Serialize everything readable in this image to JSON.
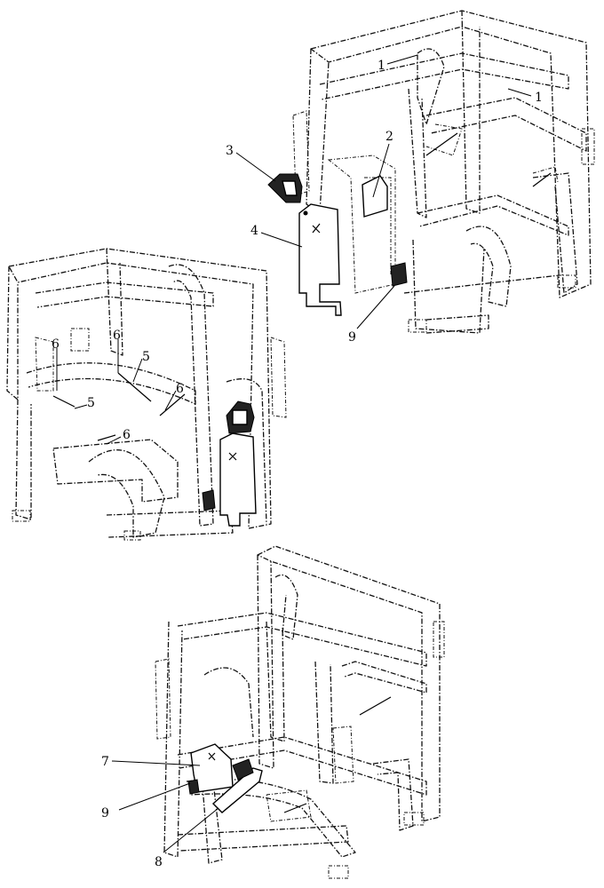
{
  "callouts": {
    "c1a": "1",
    "c1b": "1",
    "c2": "2",
    "c3": "3",
    "c4": "4",
    "c9a": "9",
    "c6a": "6",
    "c6b": "6",
    "c6c": "6",
    "c6d": "6",
    "c5a": "5",
    "c5b": "5",
    "c7": "7",
    "c9b": "9",
    "c8": "8"
  },
  "colors": {
    "ink": "#000000",
    "background": "#ffffff"
  }
}
